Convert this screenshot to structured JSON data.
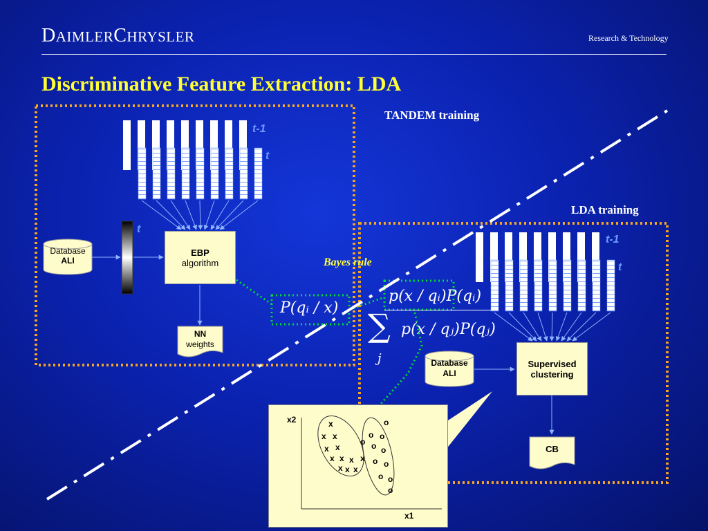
{
  "header": {
    "brand_caps_1": "D",
    "brand_small_1": "AIMLER",
    "brand_caps_2": "C",
    "brand_small_2": "HRYSLER",
    "division": "Research & Technology"
  },
  "slide": {
    "title": "Discriminative Feature Extraction: LDA"
  },
  "tandem": {
    "section_label": "TANDEM training",
    "time_prev": "t-1",
    "time_curr": "t",
    "gradient_time": "t",
    "database_line1": "Database",
    "database_line2": "ALI",
    "algo_line1": "EBP",
    "algo_line2": "algorithm",
    "weights_line1": "NN",
    "weights_line2": "weights"
  },
  "lda": {
    "section_label": "LDA training",
    "time_prev": "t-1",
    "time_curr": "t",
    "database_line1": "Database",
    "database_line2": "ALI",
    "cluster_line1": "Supervised",
    "cluster_line2": "clustering",
    "codebook": "CB"
  },
  "bayes": {
    "label": "Bayes rule",
    "posterior": "P(qᵢ / x)",
    "numerator": "p(x / qᵢ)P(qᵢ)",
    "sum_symbol": "∑",
    "sum_index": "j",
    "denominator": "p(x / qⱼ)P(qⱼ)"
  },
  "scatter": {
    "y_label": "x2",
    "x_label": "x1",
    "class_x_symbol": "x",
    "class_o_symbol": "o"
  },
  "colors": {
    "title": "#ffff33",
    "frame_dots": "#f5a623",
    "link_dots": "#00dd33",
    "box_fill": "#fffccc",
    "time_label": "#6f9bff"
  }
}
